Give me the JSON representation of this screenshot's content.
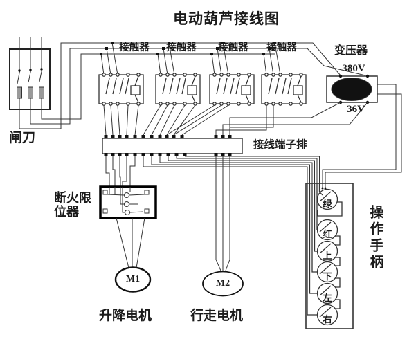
{
  "title": "电动葫芦接线图",
  "knife_switch": {
    "label": "闸刀"
  },
  "contactors": {
    "labels": [
      "接触器",
      "接触器",
      "接触器",
      "接触器"
    ]
  },
  "transformer": {
    "label": "变压器",
    "primary_voltage": "380V",
    "secondary_voltage": "36V"
  },
  "terminal_strip": {
    "label": "接线端子排"
  },
  "limiter": {
    "label": "断火限位器"
  },
  "motors": [
    {
      "id": "M1",
      "name": "升降电机"
    },
    {
      "id": "M2",
      "name": "行走电机"
    }
  ],
  "handle": {
    "label": "操作手柄",
    "buttons": [
      {
        "label": "绿"
      },
      {
        "label": "红"
      },
      {
        "label": "上"
      },
      {
        "label": "下"
      },
      {
        "label": "左"
      },
      {
        "label": "右"
      }
    ]
  },
  "colors": {
    "line": "#333333",
    "dark": "#111111",
    "fuse_fill": "#9a9a9a"
  }
}
